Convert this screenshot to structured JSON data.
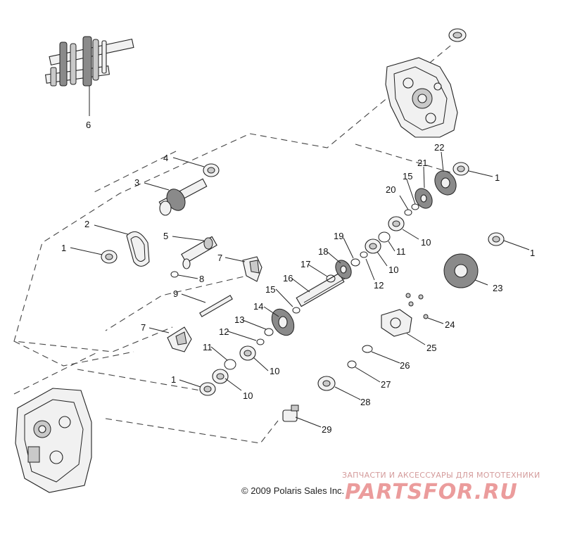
{
  "copyright": "© 2009 Polaris Sales Inc.",
  "watermark": {
    "tagline": "ЗАПЧАСТИ И АКСЕССУАРЫ ДЛЯ МОТОТЕХНИКИ",
    "logo": "PARTSFOR.RU"
  },
  "callouts": {
    "c1a": "1",
    "c1b": "1",
    "c1c": "1",
    "c1d": "1",
    "c2": "2",
    "c3": "3",
    "c4": "4",
    "c5": "5",
    "c6": "6",
    "c7a": "7",
    "c7b": "7",
    "c8": "8",
    "c9": "9",
    "c10a": "10",
    "c10b": "10",
    "c10c": "10",
    "c10d": "10",
    "c11a": "11",
    "c11b": "11",
    "c12a": "12",
    "c12b": "12",
    "c13": "13",
    "c14": "14",
    "c15a": "15",
    "c15b": "15",
    "c16": "16",
    "c17": "17",
    "c18": "18",
    "c19": "19",
    "c20": "20",
    "c21": "21",
    "c22": "22",
    "c23": "23",
    "c24": "24",
    "c25": "25",
    "c26": "26",
    "c27": "27",
    "c28": "28",
    "c29": "29"
  }
}
